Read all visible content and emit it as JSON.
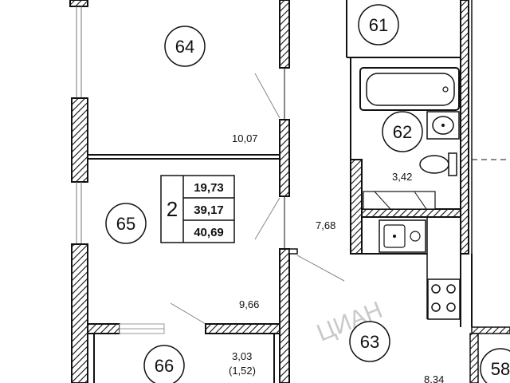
{
  "rooms": [
    {
      "id": "64",
      "label": "64"
    },
    {
      "id": "61",
      "label": "61"
    },
    {
      "id": "62",
      "label": "62"
    },
    {
      "id": "65",
      "label": "65"
    },
    {
      "id": "66",
      "label": "66"
    },
    {
      "id": "63",
      "label": "63"
    },
    {
      "id": "58",
      "label": "58"
    }
  ],
  "areas": {
    "room_64": "10,07",
    "bathroom": "3,42",
    "hall": "7,68",
    "room_65": "9,66",
    "room_66": "3,03",
    "room_66_alt": "(1,52)",
    "room_63": "8,34"
  },
  "apartment_box": {
    "rooms_count": "2",
    "living_area": "19,73",
    "total_area": "39,17",
    "total_with_balcony": "40,69"
  },
  "watermark": "ЦИАН"
}
